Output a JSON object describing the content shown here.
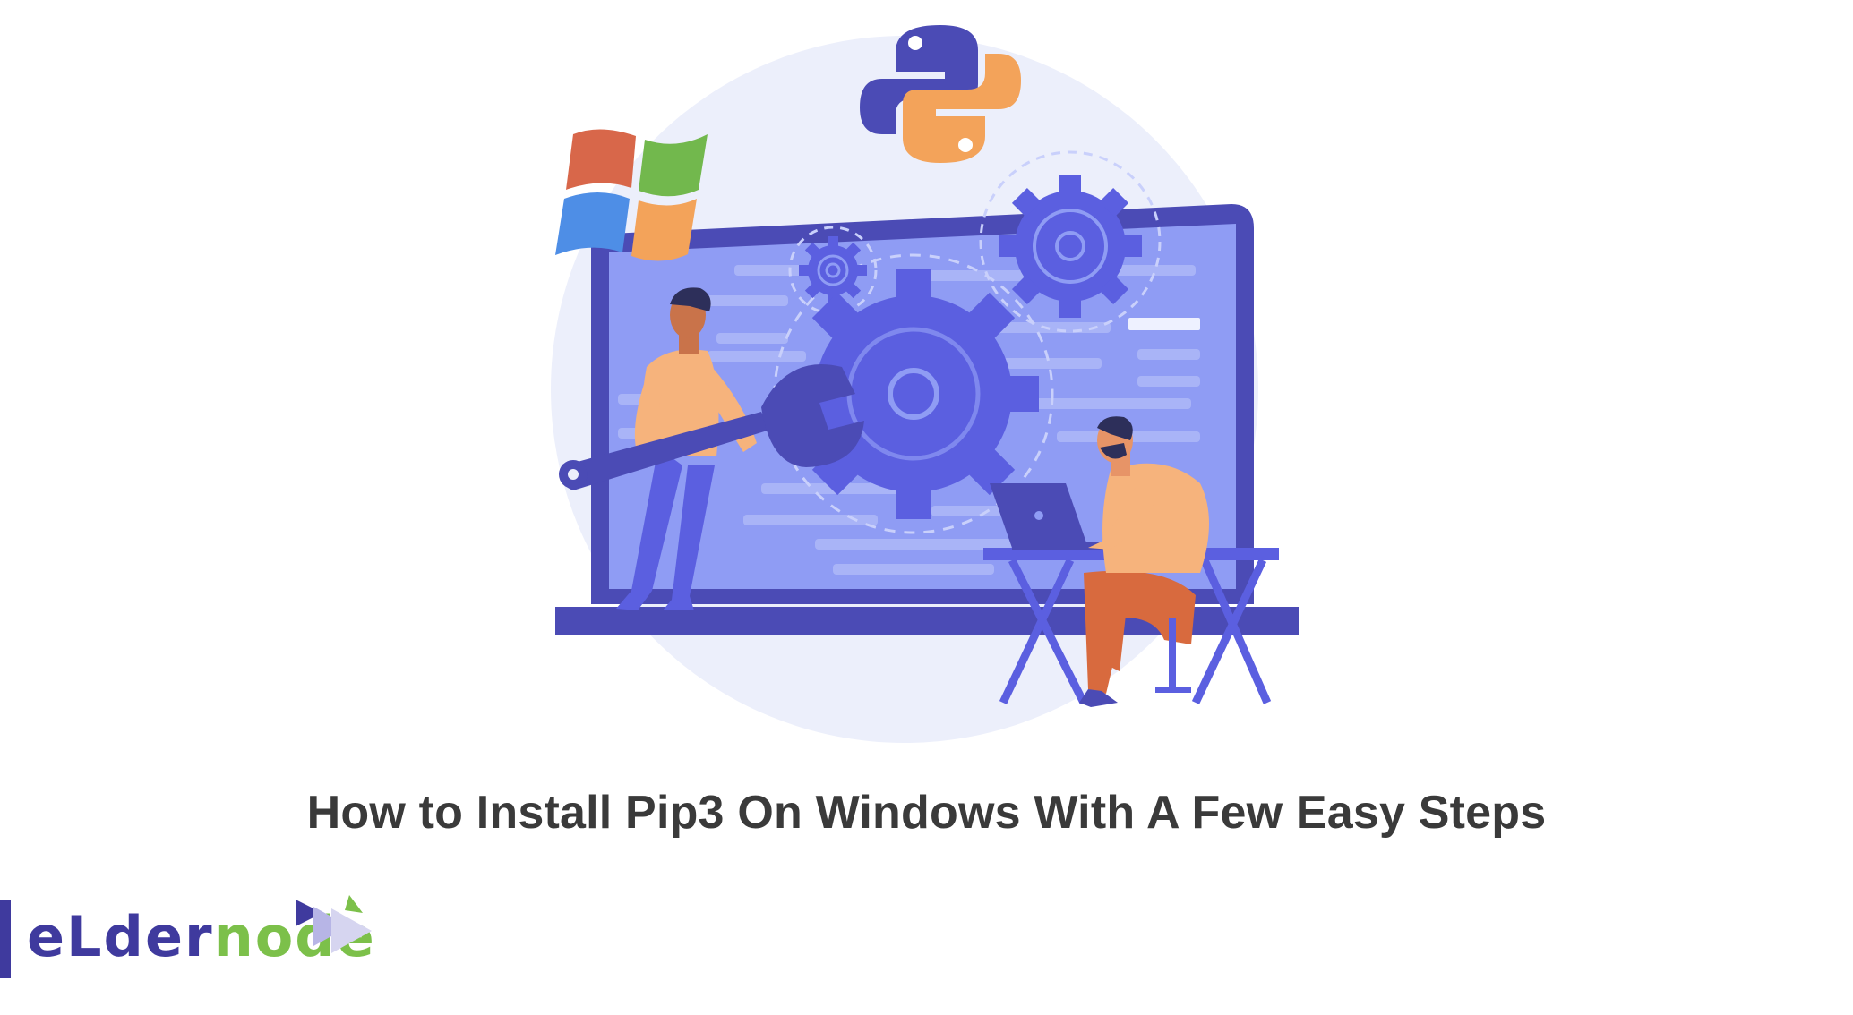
{
  "title": "How to Install Pip3 On Windows With A Few Easy Steps",
  "brand": {
    "part1": "eLder",
    "part2": "node",
    "colors": {
      "primary": "#3f3a9e",
      "accent": "#7cc04a"
    }
  },
  "illustration": {
    "icons": [
      "windows-logo-icon",
      "python-logo-icon",
      "gear-icon",
      "wrench-icon",
      "laptop-icon"
    ],
    "colors": {
      "screen": "#8f9cf4",
      "frame": "#4b4bb5",
      "gear": "#5b5fe0",
      "skin": "#f2a36b",
      "shirt": "#f6b37c",
      "pants_orange": "#d86a3e",
      "circle": "#e8ecfa"
    }
  }
}
